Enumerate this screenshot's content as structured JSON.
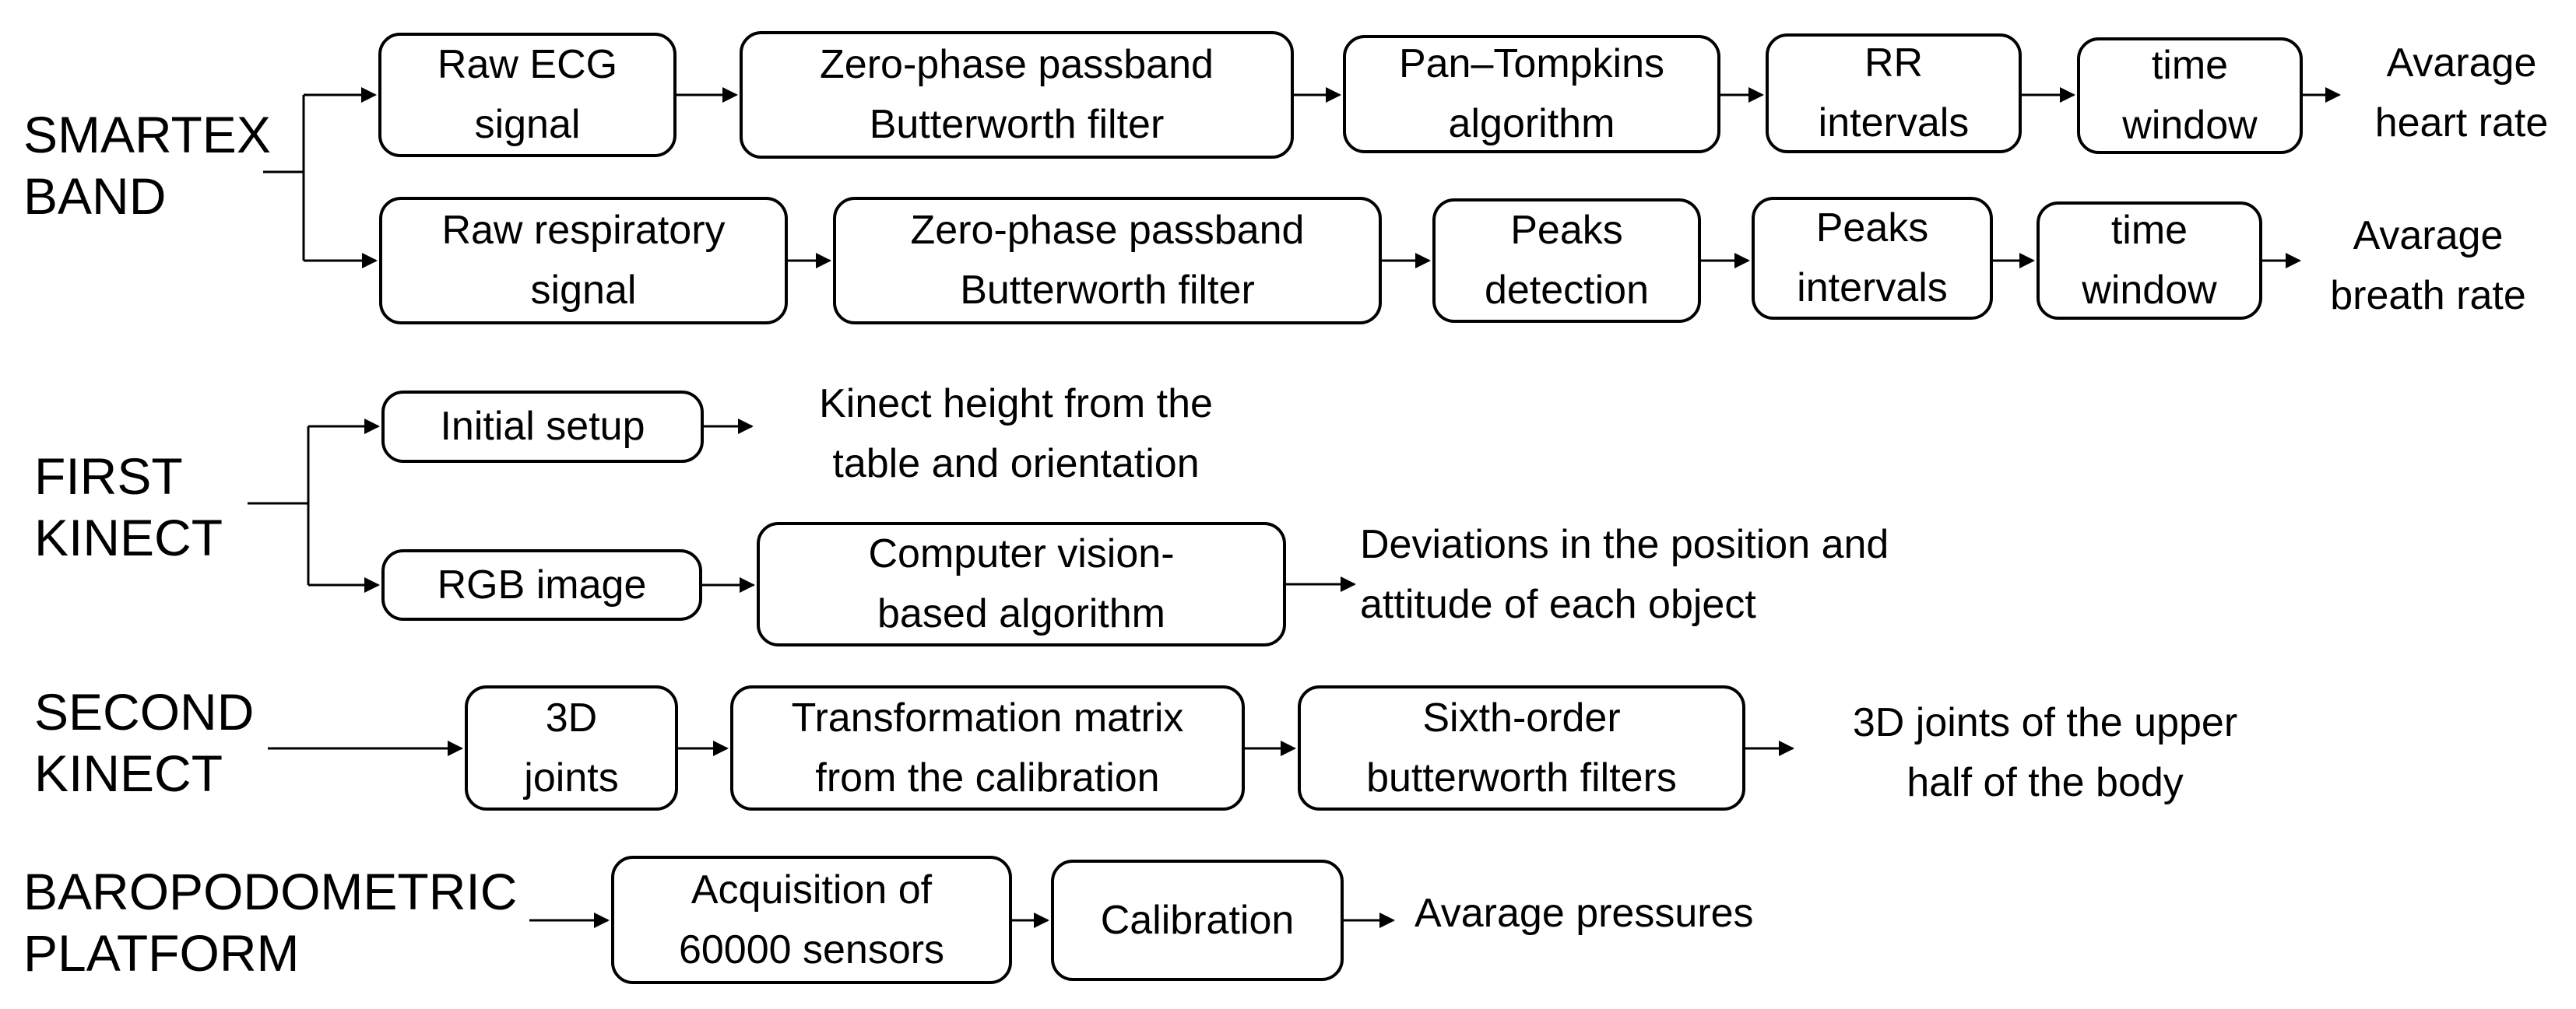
{
  "style": {
    "background": "#ffffff",
    "line_color": "#000000",
    "box_border_color": "#000000",
    "text_color": "#000000"
  },
  "labels": {
    "smartex": "SMARTEX\nBAND",
    "first_kinect": "FIRST\nKINECT",
    "second_kinect": "SECOND\nKINECT",
    "baropodometric": "BAROPODOMETRIC\nPLATFORM"
  },
  "boxes": {
    "raw_ecg": "Raw ECG\nsignal",
    "zero_phase_ecg": "Zero-phase passband\nButterworth filter",
    "pan_tompkins": "Pan–Tompkins\nalgorithm",
    "rr_intervals": "RR\nintervals",
    "time_window_hr": "time\nwindow",
    "raw_respiratory": "Raw respiratory\nsignal",
    "zero_phase_resp": "Zero-phase passband\nButterworth filter",
    "peaks_detection": "Peaks\ndetection",
    "peaks_intervals": "Peaks\nintervals",
    "time_window_br": "time\nwindow",
    "initial_setup": "Initial setup",
    "rgb_image": "RGB image",
    "cv_algorithm": "Computer vision-\nbased algorithm",
    "joints_3d": "3D\njoints",
    "transformation_matrix": "Transformation matrix\nfrom the calibration",
    "sixth_order_filters": "Sixth-order\nbutterworth filters",
    "acquisition_sensors": "Acquisition of\n60000 sensors",
    "calibration": "Calibration"
  },
  "outputs": {
    "avg_heart_rate": "Avarage\nheart rate",
    "avg_breath_rate": "Avarage\nbreath rate",
    "kinect_height": "Kinect height from the\ntable and orientation",
    "deviations": "Deviations in the position and\nattitude of each object",
    "joints_upper_body": "3D joints of the upper\nhalf of the body",
    "avg_pressures": "Avarage pressures"
  }
}
